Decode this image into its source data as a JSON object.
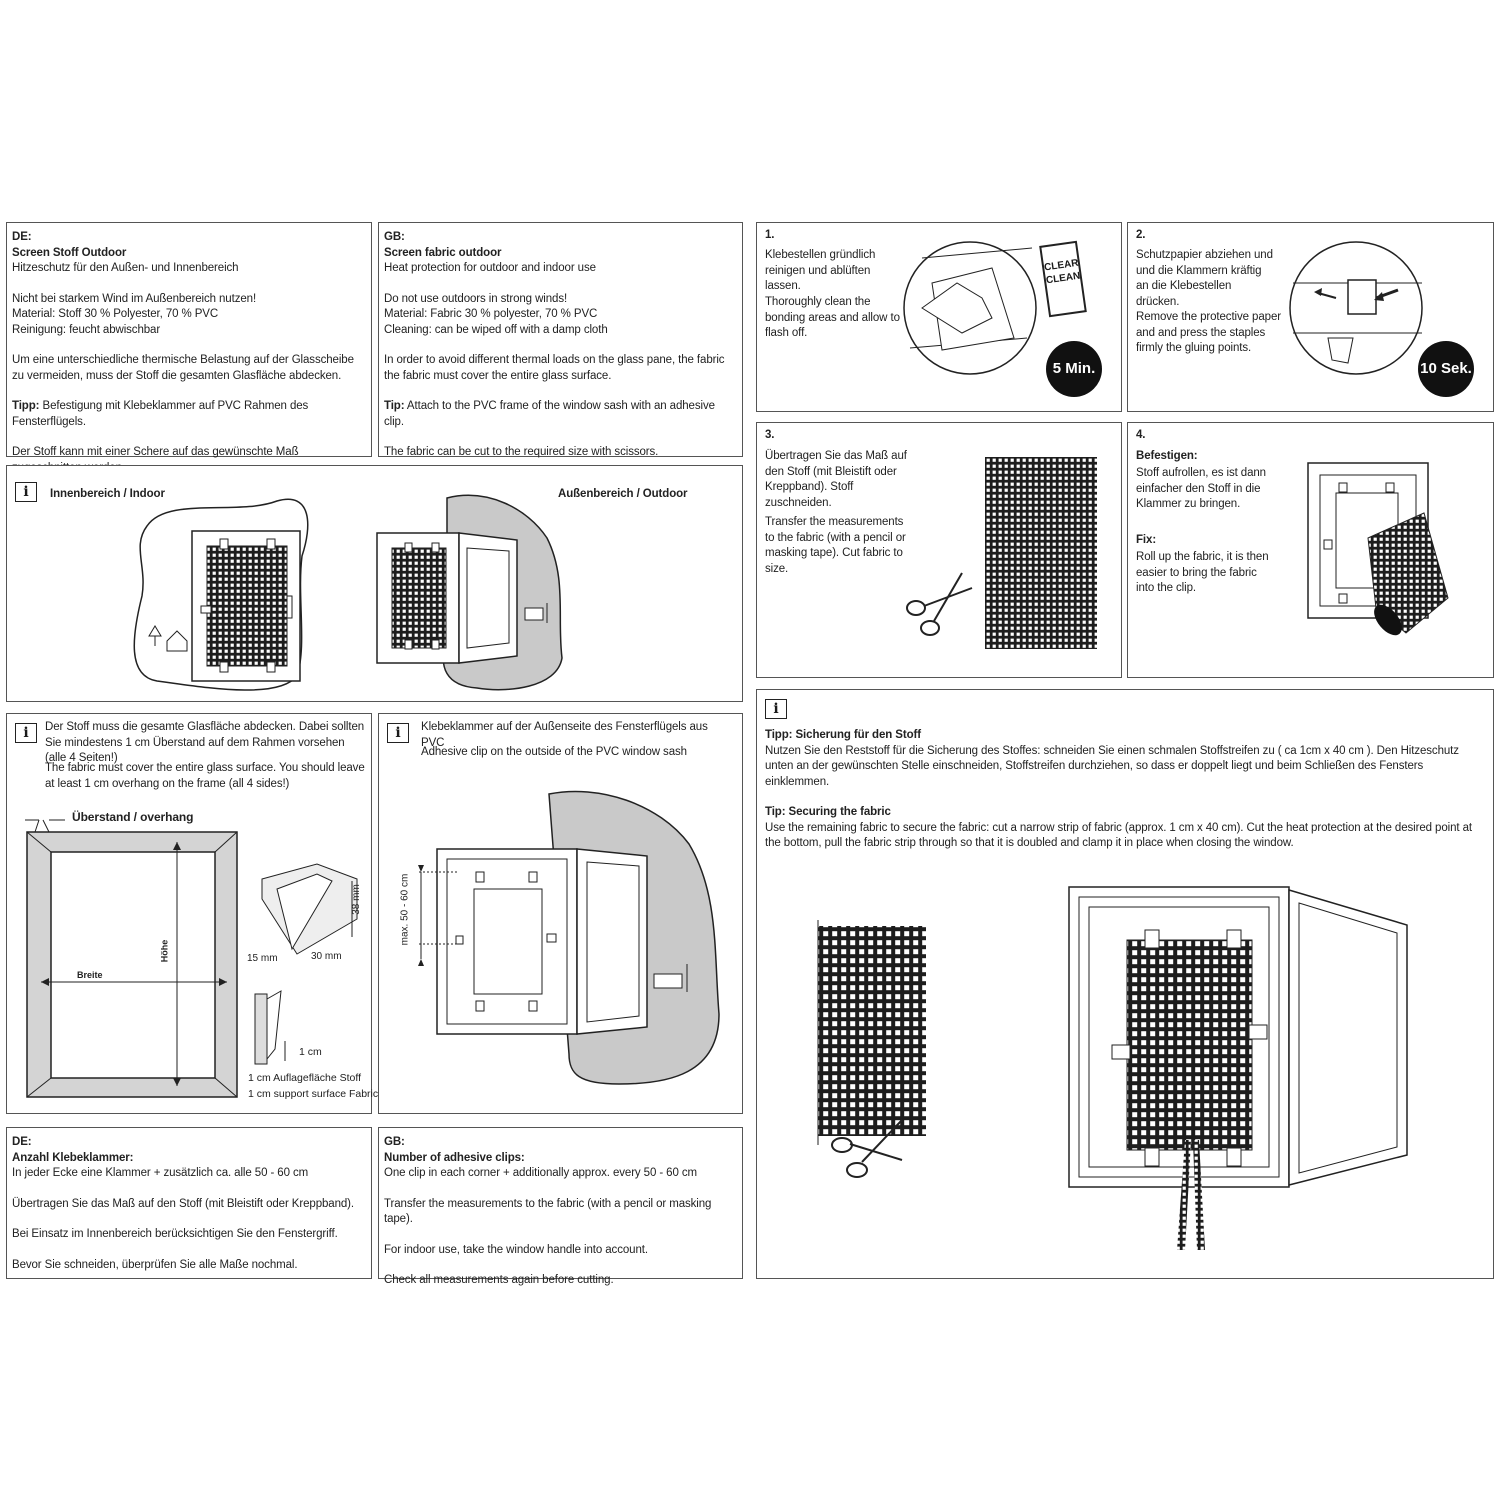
{
  "de_intro": {
    "lang": "DE:",
    "title": "Screen Stoff Outdoor",
    "subtitle": "Hitzeschutz für den Außen- und Innenbereich",
    "warning_lines": [
      "Nicht bei starkem Wind im Außenbereich nutzen!",
      "Material: Stoff 30 % Polyester, 70 % PVC",
      "Reinigung: feucht abwischbar"
    ],
    "thermal": "Um eine unterschiedliche thermische Belastung auf der Glasscheibe zu vermeiden, muss der Stoff die gesamten Glasfläche abdecken.",
    "tip_label": "Tipp:",
    "tip_text": " Befestigung mit Klebeklammer auf PVC Rahmen des Fensterflügels.",
    "cut": "Der Stoff kann mit einer Schere auf das gewünschte Maß zugeschnitten werden."
  },
  "gb_intro": {
    "lang": "GB:",
    "title": "Screen fabric outdoor",
    "subtitle": "Heat protection for outdoor and indoor use",
    "warning_lines": [
      "Do not use outdoors in strong winds!",
      "Material: Fabric 30 % polyester, 70 % PVC",
      "Cleaning: can be wiped off with a damp cloth"
    ],
    "thermal": "In order to avoid different thermal loads on the glass pane, the fabric the fabric must cover the entire glass surface.",
    "tip_label": "Tip:",
    "tip_text": " Attach to the PVC frame of the window sash with an adhesive clip.",
    "cut": "The fabric can be cut to the required size with scissors."
  },
  "location": {
    "indoor": "Innenbereich / Indoor",
    "outdoor": "Außenbereich / Outdoor"
  },
  "cover": {
    "de": "Der Stoff muss die gesamte Glasfläche abdecken. Dabei sollten Sie mindestens 1 cm Überstand auf dem Rahmen vorsehen (alle 4 Seiten!)",
    "gb": "The fabric must cover the entire glass surface. You should leave at least 1 cm overhang on the frame (all 4 sides!)",
    "overhang_label": "Überstand / overhang",
    "breite": "Breite",
    "hoehe": "Höhe",
    "dim_38": "38 mm",
    "dim_15": "15 mm",
    "dim_30": "30 mm",
    "dim_1cm": "1 cm",
    "support_de": "1 cm Auflagefläche Stoff",
    "support_gb": "1 cm support surface Fabric"
  },
  "clip": {
    "de": "Klebeklammer auf der Außenseite des Fensterflügels aus PVC",
    "gb": "Adhesive clip on the outside  of the PVC window sash",
    "max": "max. 50 - 60 cm"
  },
  "de_count": {
    "lang": "DE:",
    "title": "Anzahl Klebeklammer:",
    "line1": "In jeder Ecke eine Klammer + zusätzlich ca. alle 50 - 60 cm",
    "line2": "Übertragen Sie das Maß auf den Stoff (mit Bleistift oder Kreppband).",
    "line3": "Bei Einsatz im Innenbereich berücksichtigen Sie den Fenstergriff.",
    "line4": "Bevor Sie schneiden, überprüfen Sie alle Maße nochmal."
  },
  "gb_count": {
    "lang": "GB:",
    "title": "Number of adhesive clips:",
    "line1": "One clip in each corner + additionally approx. every 50 - 60 cm",
    "line2": "Transfer the measurements to the fabric (with a pencil or masking tape).",
    "line3": "For indoor use, take the window handle into account.",
    "line4": "Check all measurements again before cutting."
  },
  "step1": {
    "num": "1.",
    "de": "Klebestellen gründlich reinigen und ablüften lassen.",
    "gb": "Thoroughly clean the bonding areas and allow to flash off.",
    "badge": "5 Min.",
    "label_a": "CLEAR",
    "label_b": "CLEAN"
  },
  "step2": {
    "num": "2.",
    "de": "Schutzpapier abziehen und und die Klammern kräftig an die Klebestellen drücken.",
    "gb": "Remove the protective paper and and press the staples firmly the gluing points.",
    "badge": "10 Sek."
  },
  "step3": {
    "num": "3.",
    "de": "Übertragen Sie das Maß auf den Stoff (mit Bleistift oder Kreppband). Stoff zuschneiden.",
    "gb": "Transfer the measurements to the fabric (with a pencil or masking tape). Cut fabric to size."
  },
  "step4": {
    "num": "4.",
    "de_title": "Befestigen:",
    "de": "Stoff aufrollen, es ist dann einfacher den Stoff in die Klammer zu bringen.",
    "gb_title": "Fix:",
    "gb": "Roll up the fabric, it is then easier to bring the fabric into the clip."
  },
  "tip_secure": {
    "de_title": "Tipp: Sicherung für den Stoff",
    "de": "Nutzen Sie den Reststoff für die Sicherung des Stoffes: schneiden Sie einen schmalen Stoffstreifen zu ( ca 1cm x 40 cm ). Den Hitzeschutz unten an der gewünschten Stelle einschneiden, Stoffstreifen durchziehen, so dass er doppelt liegt und beim Schließen des Fensters einklemmen.",
    "gb_title": "Tip: Securing the fabric",
    "gb": "Use the remaining fabric to secure the fabric: cut a narrow strip of fabric (approx. 1 cm x 40 cm). Cut the heat protection at the desired point at the bottom, pull the fabric strip through so that it is doubled and clamp it in place when closing the window."
  },
  "info_glyph": "i"
}
